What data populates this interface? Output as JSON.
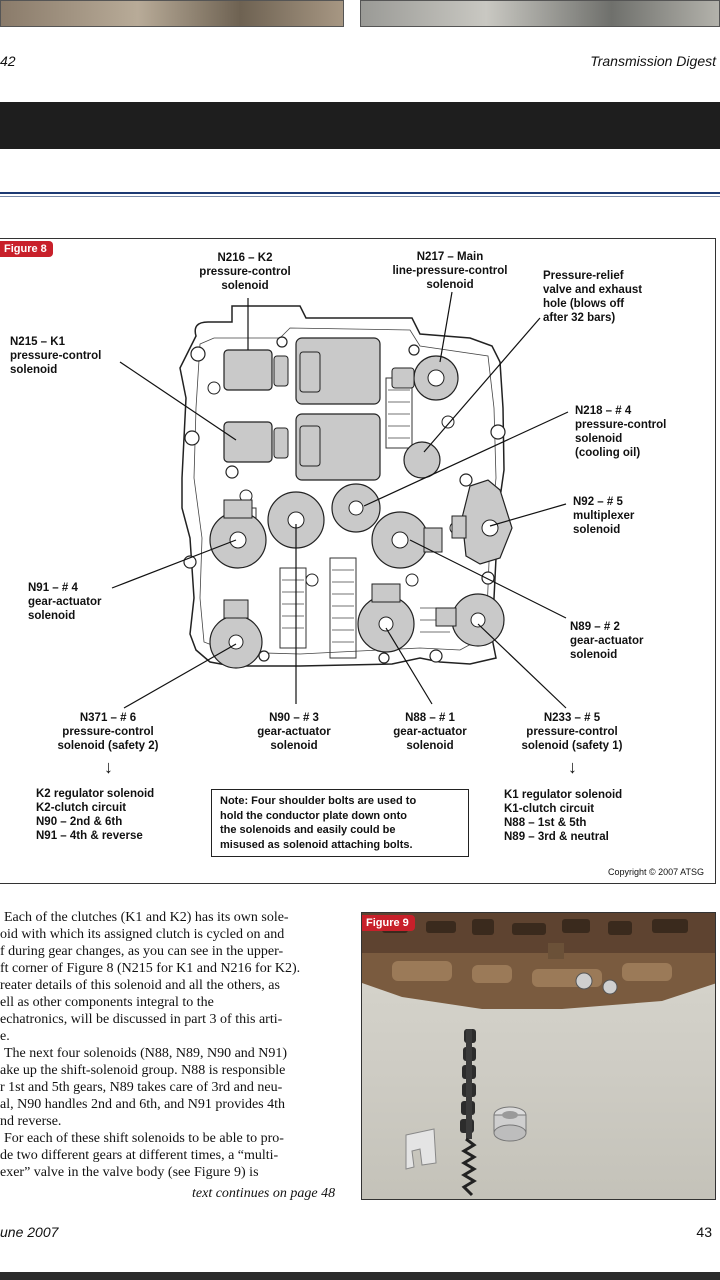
{
  "header": {
    "page_number": "42",
    "magazine_title": "Transmission Digest"
  },
  "figure8": {
    "tag": "Figure 8",
    "labels": {
      "n216": [
        "N216 – K2",
        "pressure-control",
        "solenoid"
      ],
      "n217": [
        "N217 – Main",
        "line-pressure-control",
        "solenoid"
      ],
      "relief": [
        "Pressure-relief",
        "valve and exhaust",
        "hole (blows off",
        "after 32 bars)"
      ],
      "n215": [
        "N215 – K1",
        "pressure-control",
        "solenoid"
      ],
      "n218": [
        "N218 – # 4",
        "pressure-control",
        "solenoid",
        "(cooling oil)"
      ],
      "n92": [
        "N92 – # 5",
        "multiplexer",
        "solenoid"
      ],
      "n91": [
        "N91 – # 4",
        "gear-actuator",
        "solenoid"
      ],
      "n89": [
        "N89 – # 2",
        "gear-actuator",
        "solenoid"
      ],
      "n371": [
        "N371 – # 6",
        "pressure-control",
        "solenoid (safety 2)"
      ],
      "n90": [
        "N90 – # 3",
        "gear-actuator",
        "solenoid"
      ],
      "n88": [
        "N88 – # 1",
        "gear-actuator",
        "solenoid"
      ],
      "n233": [
        "N233 – # 5",
        "pressure-control",
        "solenoid (safety 1)"
      ]
    },
    "arrow_glyph": "↓",
    "k2_list": [
      "K2 regulator solenoid",
      "K2-clutch circuit",
      "N90 – 2nd & 6th",
      "N91 – 4th & reverse"
    ],
    "k1_list": [
      "K1 regulator solenoid",
      "K1-clutch circuit",
      "N88 – 1st & 5th",
      "N89 – 3rd & neutral"
    ],
    "note": [
      "Note: Four shoulder bolts are used to",
      "hold the conductor plate down onto",
      "the solenoids and easily could be",
      "misused as solenoid attaching bolts."
    ],
    "copyright": "Copyright © 2007 ATSG"
  },
  "body": {
    "lines": [
      "Each of the clutches (K1 and K2) has its own sole-",
      "oid with which its assigned clutch is cycled on and",
      "f during gear changes, as you can see in the upper-",
      "ft corner of Figure 8 (N215 for K1 and N216 for K2).",
      "reater details of this solenoid and all the others, as",
      "ell as other components integral to the",
      "echatronics, will be discussed in part 3 of this arti-",
      "e.",
      "The next four solenoids (N88, N89, N90 and N91)",
      "ake up the shift-solenoid group. N88 is responsible",
      "r 1st and 5th gears, N89 takes care of 3rd and neu-",
      "al, N90 handles 2nd and 6th, and N91 provides 4th",
      "nd reverse.",
      "For each of these shift solenoids to be able to pro-",
      "de two different gears at different times, a “multi-",
      "exer” valve in the valve body (see Figure 9) is"
    ],
    "continued": "text continues on page 48"
  },
  "figure9": {
    "tag": "Figure 9"
  },
  "footer": {
    "date": "une 2007",
    "page_number": "43"
  }
}
